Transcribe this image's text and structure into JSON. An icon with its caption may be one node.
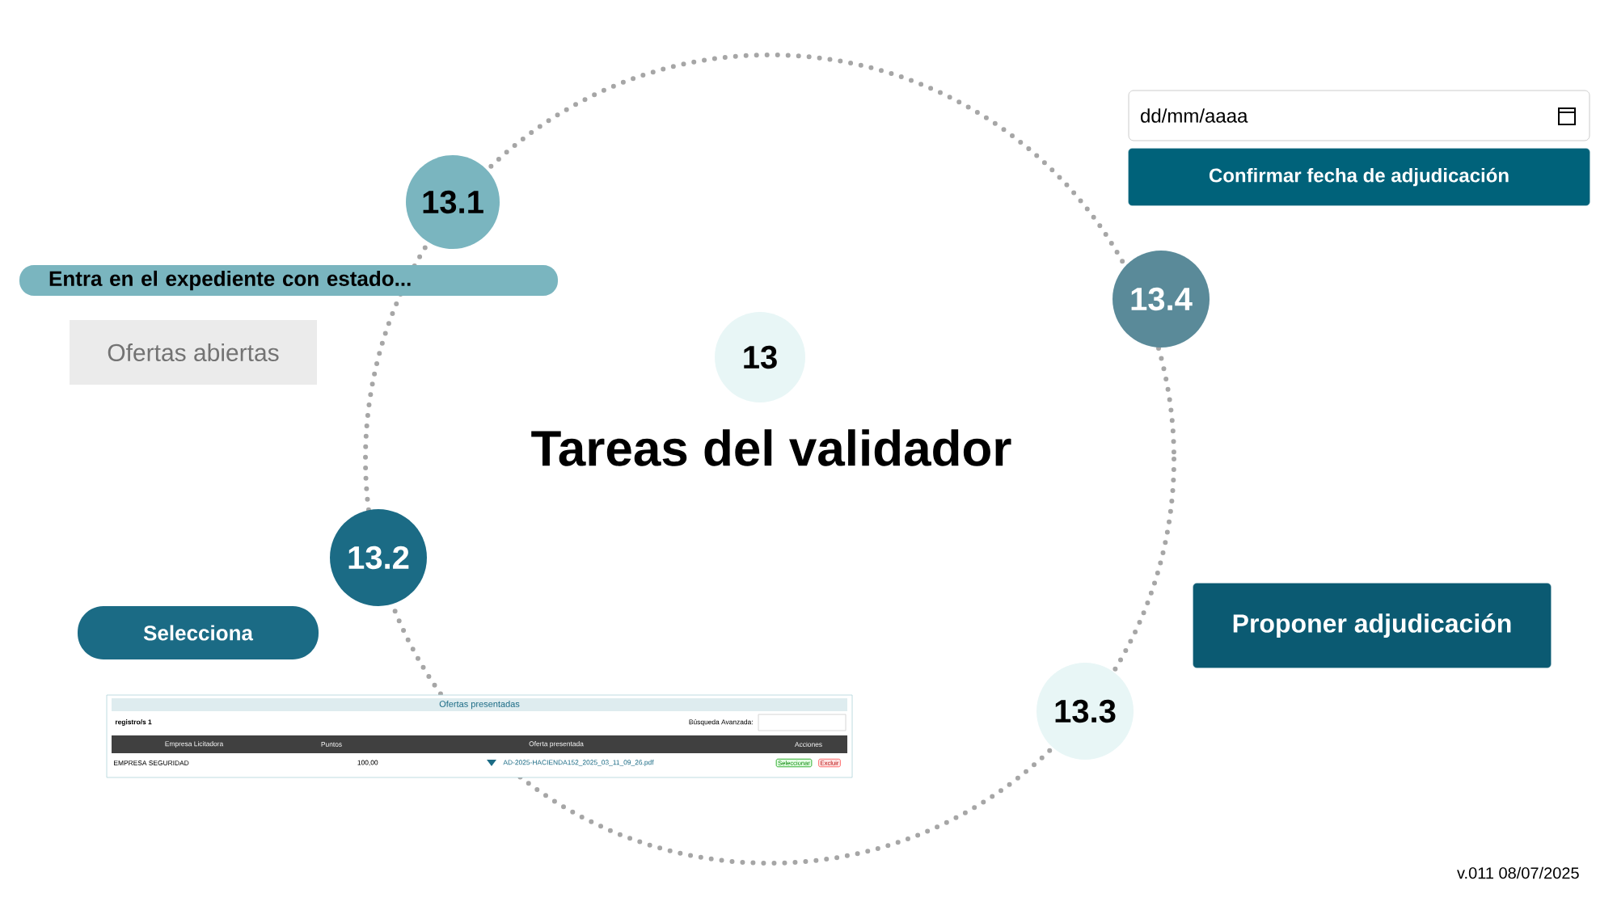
{
  "diagram": {
    "title": "Tareas del validador",
    "nodes": [
      {
        "text": [
          "13"
        ]
      },
      {
        "text": [
          "13.1"
        ]
      },
      {
        "text": [
          "13.2"
        ]
      },
      {
        "text": [
          "13.3"
        ]
      },
      {
        "text": [
          "13.4"
        ]
      },
      {
        "text": [
          "Entra en el expediente con estado..."
        ]
      },
      {
        "text": [
          "Ofertas abiertas"
        ]
      },
      {
        "text": [
          "Selecciona"
        ]
      },
      {
        "text": [
          "Ofertas presentadas"
        ]
      },
      {
        "text": [
          "dd/mm/aaaa"
        ]
      },
      {
        "text": [
          "Confirmar fecha de adjudicación"
        ]
      },
      {
        "text": [
          "Proponer adjudicación"
        ]
      }
    ],
    "edges": [],
    "labels": [
      "registro/s 1",
      "Búsqueda Avanzada:",
      "Empresa Licitadora",
      "Puntos",
      "Oferta presentada",
      "Acciones",
      "EMPRESA SEGURIDAD",
      "100,00",
      "AD-2025-HACIENDA152_2025_03_11_09_26.pdf",
      "Seleccionar",
      "Excluir",
      "v.011 08/07/2025"
    ]
  }
}
